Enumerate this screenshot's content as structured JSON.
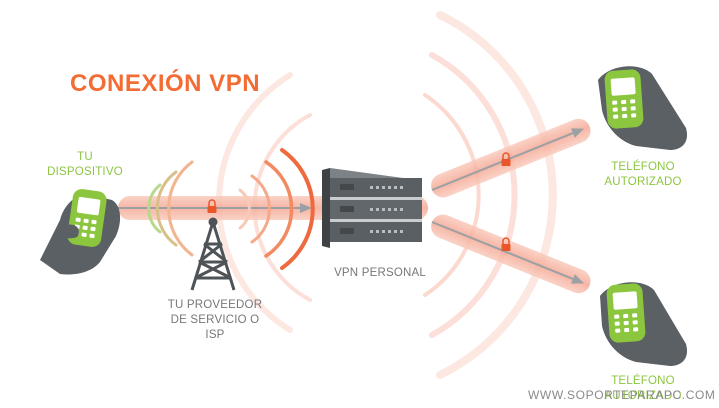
{
  "title": "CONEXIÓN VPN",
  "labels": {
    "device": [
      "TU",
      "DISPOSITIVO"
    ],
    "isp": [
      "TU PROVEEDOR",
      "DE SERVICIO O",
      "ISP"
    ],
    "vpn": "VPN PERSONAL",
    "phone_top": [
      "TELÉFONO",
      "AUTORIZADO"
    ],
    "phone_bottom": [
      "TELÉFONO",
      "AUTORIZADO"
    ]
  },
  "watermark": "WWW.SOPORTEPARAPC.COM",
  "colors": {
    "title": "#f26c33",
    "green": "#8cc63f",
    "tunnel": "#f7b9a8",
    "wave": "#f2734b",
    "lock": "#e8572a",
    "server": "#5a5f63",
    "text_grey": "#777777"
  },
  "icons": [
    "phone-in-hand-icon",
    "cell-tower-icon",
    "server-rack-icon",
    "padlock-icon",
    "signal-wave-icon"
  ]
}
